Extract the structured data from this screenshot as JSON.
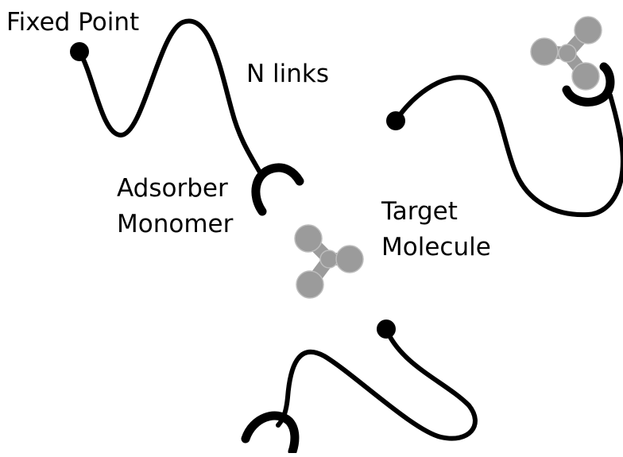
{
  "labels": {
    "fixed_point": "Fixed Point",
    "n_links": "N links",
    "adsorber_line1": "Adsorber",
    "adsorber_line2": "Monomer",
    "target_line1": "Target",
    "target_line2": "Molecule"
  },
  "colors": {
    "chain": "#000000",
    "molecule": "#9b9b9b"
  }
}
